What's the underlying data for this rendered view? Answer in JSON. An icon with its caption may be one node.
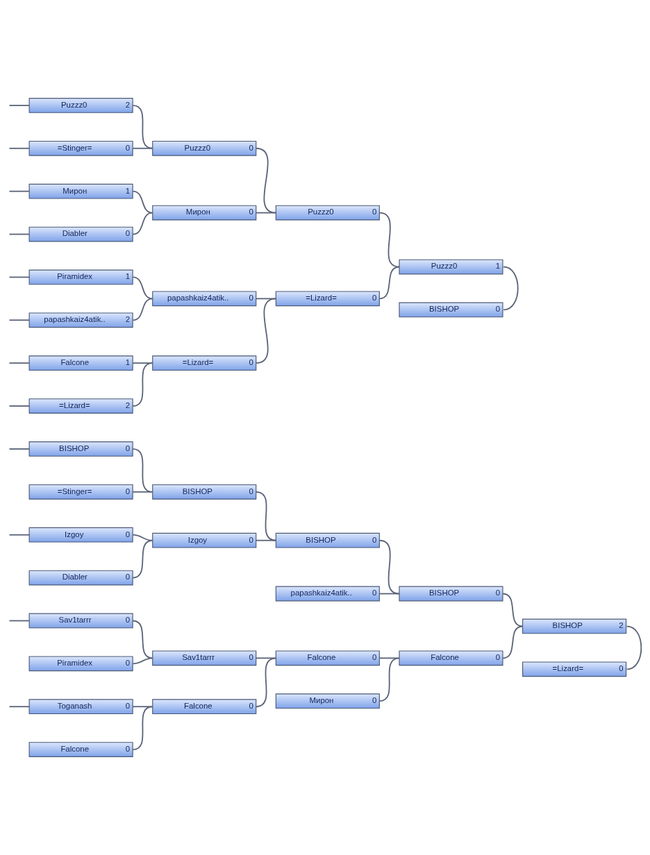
{
  "diagram": {
    "nodes": [
      {
        "text": [
          "Puzzz0",
          "2"
        ]
      },
      {
        "text": [
          "=Stinger=",
          "0"
        ]
      },
      {
        "text": [
          "Мирон",
          "1"
        ]
      },
      {
        "text": [
          "Diabler",
          "0"
        ]
      },
      {
        "text": [
          "Piramidex",
          "1"
        ]
      },
      {
        "text": [
          "papashkaiz4atik..",
          "2"
        ]
      },
      {
        "text": [
          "Falcone",
          "1"
        ]
      },
      {
        "text": [
          "=Lizard=",
          "2"
        ]
      },
      {
        "text": [
          "Puzzz0",
          "0"
        ]
      },
      {
        "text": [
          "Мирон",
          "0"
        ]
      },
      {
        "text": [
          "papashkaiz4atik..",
          "0"
        ]
      },
      {
        "text": [
          "=Lizard=",
          "0"
        ]
      },
      {
        "text": [
          "Puzzz0",
          "0"
        ]
      },
      {
        "text": [
          "=Lizard=",
          "0"
        ]
      },
      {
        "text": [
          "Puzzz0",
          "1"
        ]
      },
      {
        "text": [
          "BISHOP",
          "0"
        ]
      },
      {
        "text": [
          "BISHOP",
          "0"
        ]
      },
      {
        "text": [
          "=Stinger=",
          "0"
        ]
      },
      {
        "text": [
          "Izgoy",
          "0"
        ]
      },
      {
        "text": [
          "Diabler",
          "0"
        ]
      },
      {
        "text": [
          "Sav1tarrr",
          "0"
        ]
      },
      {
        "text": [
          "Piramidex",
          "0"
        ]
      },
      {
        "text": [
          "Toganash",
          "0"
        ]
      },
      {
        "text": [
          "Falcone",
          "0"
        ]
      },
      {
        "text": [
          "BISHOP",
          "0"
        ]
      },
      {
        "text": [
          "Izgoy",
          "0"
        ]
      },
      {
        "text": [
          "Sav1tarrr",
          "0"
        ]
      },
      {
        "text": [
          "Falcone",
          "0"
        ]
      },
      {
        "text": [
          "BISHOP",
          "0"
        ]
      },
      {
        "text": [
          "papashkaiz4atik..",
          "0"
        ]
      },
      {
        "text": [
          "Falcone",
          "0"
        ]
      },
      {
        "text": [
          "Мирон",
          "0"
        ]
      },
      {
        "text": [
          "BISHOP",
          "0"
        ]
      },
      {
        "text": [
          "Falcone",
          "0"
        ]
      },
      {
        "text": [
          "BISHOP",
          "2"
        ]
      },
      {
        "text": [
          "=Lizard=",
          "0"
        ]
      }
    ],
    "edges": [
      {
        "from": null,
        "to": 0,
        "arrow": "none"
      },
      {
        "from": null,
        "to": 1,
        "arrow": "none"
      },
      {
        "from": null,
        "to": 2,
        "arrow": "none"
      },
      {
        "from": null,
        "to": 3,
        "arrow": "none"
      },
      {
        "from": null,
        "to": 4,
        "arrow": "none"
      },
      {
        "from": null,
        "to": 5,
        "arrow": "none"
      },
      {
        "from": null,
        "to": 6,
        "arrow": "none"
      },
      {
        "from": null,
        "to": 7,
        "arrow": "none"
      },
      {
        "from": 0,
        "to": 8,
        "arrow": "none"
      },
      {
        "from": 1,
        "to": 8,
        "arrow": "none"
      },
      {
        "from": 2,
        "to": 9,
        "arrow": "none"
      },
      {
        "from": 3,
        "to": 9,
        "arrow": "none"
      },
      {
        "from": 4,
        "to": 10,
        "arrow": "none"
      },
      {
        "from": 5,
        "to": 10,
        "arrow": "none"
      },
      {
        "from": 6,
        "to": 11,
        "arrow": "none"
      },
      {
        "from": 7,
        "to": 11,
        "arrow": "none"
      },
      {
        "from": 8,
        "to": 12,
        "arrow": "none"
      },
      {
        "from": 9,
        "to": 12,
        "arrow": "none"
      },
      {
        "from": 10,
        "to": 13,
        "arrow": "none"
      },
      {
        "from": 11,
        "to": 13,
        "arrow": "none"
      },
      {
        "from": 12,
        "to": 14,
        "arrow": "none"
      },
      {
        "from": 13,
        "to": 14,
        "arrow": "none"
      },
      {
        "from": 14,
        "to": 15,
        "arrow": "none"
      },
      {
        "from": null,
        "to": 16,
        "arrow": "none"
      },
      {
        "from": null,
        "to": 18,
        "arrow": "none"
      },
      {
        "from": null,
        "to": 20,
        "arrow": "none"
      },
      {
        "from": null,
        "to": 22,
        "arrow": "none"
      },
      {
        "from": 16,
        "to": 24,
        "arrow": "none"
      },
      {
        "from": 17,
        "to": 24,
        "arrow": "none"
      },
      {
        "from": 18,
        "to": 25,
        "arrow": "none"
      },
      {
        "from": 19,
        "to": 25,
        "arrow": "none"
      },
      {
        "from": 20,
        "to": 26,
        "arrow": "none"
      },
      {
        "from": 21,
        "to": 26,
        "arrow": "none"
      },
      {
        "from": 22,
        "to": 27,
        "arrow": "none"
      },
      {
        "from": 23,
        "to": 27,
        "arrow": "none"
      },
      {
        "from": 24,
        "to": 28,
        "arrow": "none"
      },
      {
        "from": 25,
        "to": 28,
        "arrow": "none"
      },
      {
        "from": 26,
        "to": 30,
        "arrow": "none"
      },
      {
        "from": 27,
        "to": 30,
        "arrow": "none"
      },
      {
        "from": 28,
        "to": 32,
        "arrow": "none"
      },
      {
        "from": 29,
        "to": 32,
        "arrow": "none"
      },
      {
        "from": 30,
        "to": 33,
        "arrow": "none"
      },
      {
        "from": 31,
        "to": 33,
        "arrow": "none"
      },
      {
        "from": 32,
        "to": 34,
        "arrow": "none"
      },
      {
        "from": 33,
        "to": 34,
        "arrow": "none"
      },
      {
        "from": 34,
        "to": 35,
        "arrow": "none"
      }
    ]
  }
}
